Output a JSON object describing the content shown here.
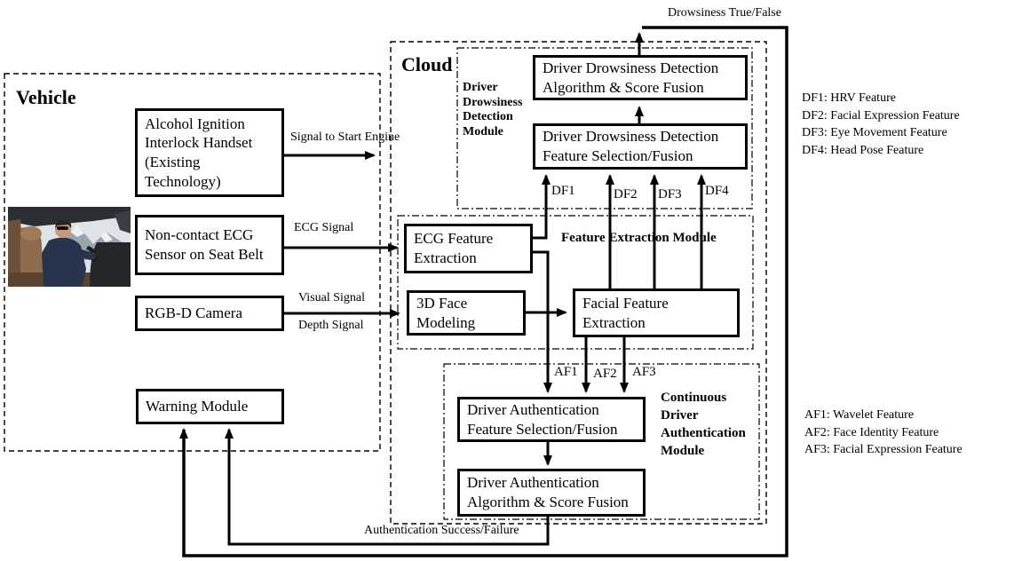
{
  "containers": {
    "vehicle_title": "Vehicle",
    "cloud_title": "Cloud",
    "ddd_module_label": "Driver\nDrowsiness\nDetection\nModule",
    "fem_module_label": "Feature Extraction Module",
    "cda_module_label": "Continuous\nDriver\nAuthentication\nModule"
  },
  "boxes": {
    "alcohol": "Alcohol Ignition\nInterlock Handset\n(Existing\nTechnology)",
    "ecg_sensor": "Non-contact ECG\nSensor on Seat Belt",
    "rgbd_camera": "RGB-D Camera",
    "warning": "Warning Module",
    "ecg_feature": "ECG Feature\nExtraction",
    "face_modeling": "3D Face\nModeling",
    "facial_feature": "Facial Feature\nExtraction",
    "ddd_algorithm": "Driver Drowsiness Detection\nAlgorithm & Score Fusion",
    "ddd_selection": "Driver Drowsiness Detection\nFeature Selection/Fusion",
    "auth_selection": "Driver Authentication\nFeature Selection/Fusion",
    "auth_algorithm": "Driver Authentication\nAlgorithm & Score Fusion"
  },
  "edge_labels": {
    "signal_start_engine": "Signal to Start Engine",
    "ecg_signal": "ECG Signal",
    "visual_signal": "Visual Signal",
    "depth_signal": "Depth Signal",
    "drowsiness_output": "Drowsiness True/False",
    "auth_output": "Authentication Success/Failure",
    "df1": "DF1",
    "df2": "DF2",
    "df3": "DF3",
    "df4": "DF4",
    "af1": "AF1",
    "af2": "AF2",
    "af3": "AF3"
  },
  "legend": {
    "df": [
      "DF1: HRV Feature",
      "DF2: Facial Expression Feature",
      "DF3: Eye Movement Feature",
      "DF4: Head Pose Feature"
    ],
    "af": [
      "AF1: Wavelet Feature",
      "AF2: Face Identity Feature",
      "AF3: Facial Expression Feature"
    ]
  },
  "colors": {
    "line": "#000000",
    "background": "#ffffff"
  }
}
